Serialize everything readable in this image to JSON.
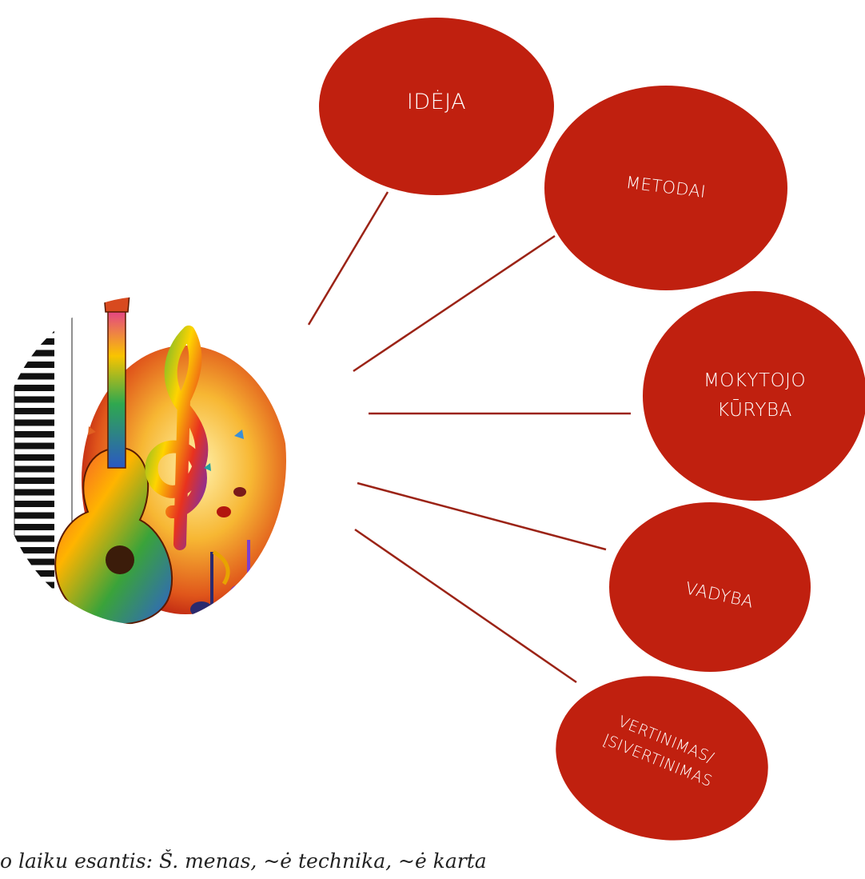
{
  "colors": {
    "node_fill": "#c0200f",
    "connector": "#9b2316",
    "label_text": "#ffffff"
  },
  "nodes": [
    {
      "id": "ideja",
      "label": "IDĖJA"
    },
    {
      "id": "metodai",
      "label": "METODAI"
    },
    {
      "id": "mokytojo-kuryba",
      "line1": "MOKYTOJO",
      "line2": "KŪRYBA"
    },
    {
      "id": "vadyba",
      "label": "VADYBA"
    },
    {
      "id": "vertinimas",
      "line1": "VERTINIMAS/",
      "line2": "ĮSIVERTINIMAS"
    }
  ],
  "illustration": {
    "icon": "music-instruments-collage-icon"
  },
  "caption": "o laiku esantis: Š. menas, ~ė technika, ~ė karta"
}
